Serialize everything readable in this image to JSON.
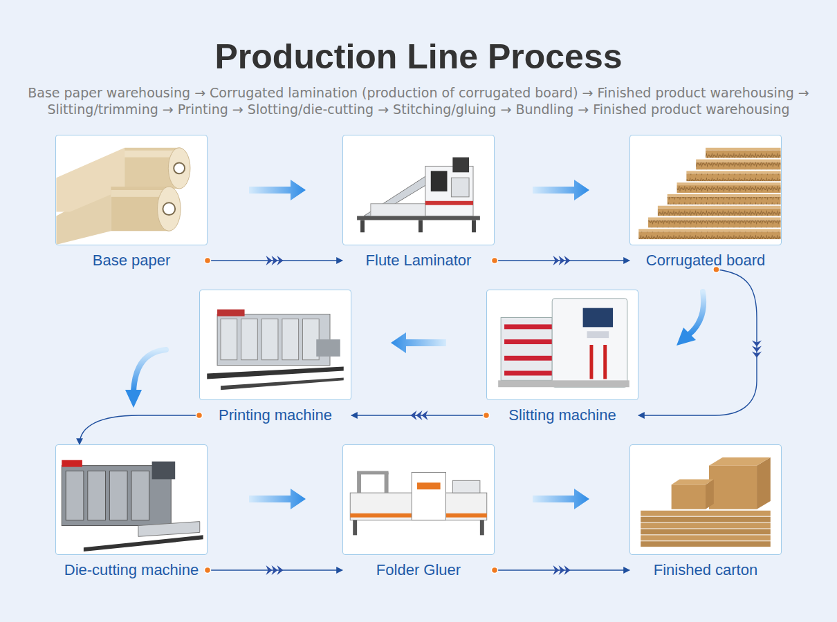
{
  "diagram": {
    "title": "Production Line Process",
    "caption": "Base paper warehousing → Corrugated lamination (production of corrugated board) → Finished product warehousing → Slitting/trimming → Printing → Slotting/die-cutting → Stitching/gluing → Bundling → Finished product warehousing",
    "nodes": [
      {
        "text": [
          "Base paper"
        ]
      },
      {
        "text": [
          "Flute Laminator"
        ]
      },
      {
        "text": [
          "Corrugated board"
        ]
      },
      {
        "text": [
          "Slitting machine"
        ]
      },
      {
        "text": [
          "Printing machine"
        ]
      },
      {
        "text": [
          "Die-cutting machine"
        ]
      },
      {
        "text": [
          "Folder Gluer"
        ]
      },
      {
        "text": [
          "Finished carton"
        ]
      }
    ],
    "edges": [
      {
        "from": 0,
        "to": 1,
        "arrow": "to"
      },
      {
        "from": 1,
        "to": 2,
        "arrow": "to"
      },
      {
        "from": 2,
        "to": 3,
        "arrow": "to"
      },
      {
        "from": 3,
        "to": 4,
        "arrow": "to"
      },
      {
        "from": 4,
        "to": 5,
        "arrow": "to"
      },
      {
        "from": 5,
        "to": 6,
        "arrow": "to"
      },
      {
        "from": 6,
        "to": 7,
        "arrow": "to"
      }
    ]
  }
}
